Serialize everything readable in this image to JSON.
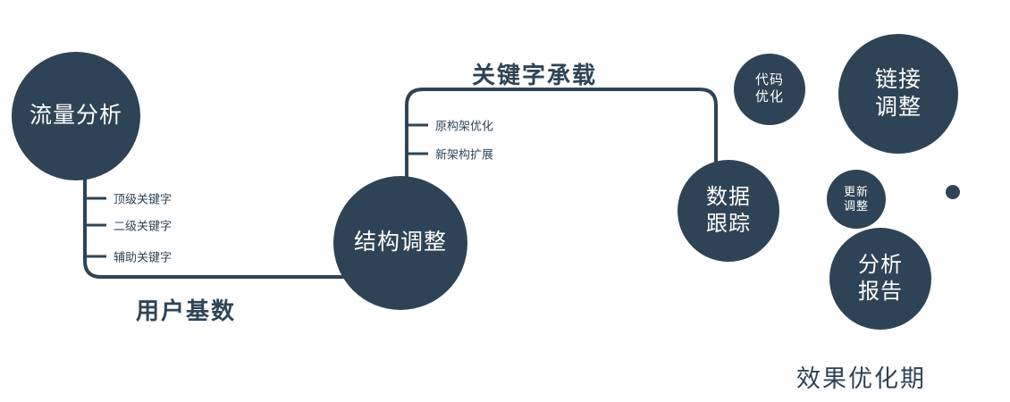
{
  "colors": {
    "primary": "#2e4456",
    "node_text": "#ffffff",
    "label_text": "#2e4456",
    "background": "#ffffff"
  },
  "nodes": {
    "traffic": {
      "label": "流量分析"
    },
    "structure": {
      "label": "结构调整"
    },
    "data_tracking": {
      "line1": "数据",
      "line2": "跟踪"
    },
    "code_optimization": {
      "line1": "代码",
      "line2": "优化"
    },
    "link_adjustment": {
      "line1": "链接",
      "line2": "调整"
    },
    "update_adjustment": {
      "line1": "更新",
      "line2": "调整"
    },
    "analysis_report": {
      "line1": "分析",
      "line2": "报告"
    }
  },
  "edges": {
    "user_base_label": "用户基数",
    "keyword_bearing_label": "关键字承载"
  },
  "ticks_left": [
    "顶级关键字",
    "二级关键字",
    "辅助关键字"
  ],
  "ticks_mid": [
    "原构架优化",
    "新架构扩展"
  ],
  "footer": "效果优化期"
}
